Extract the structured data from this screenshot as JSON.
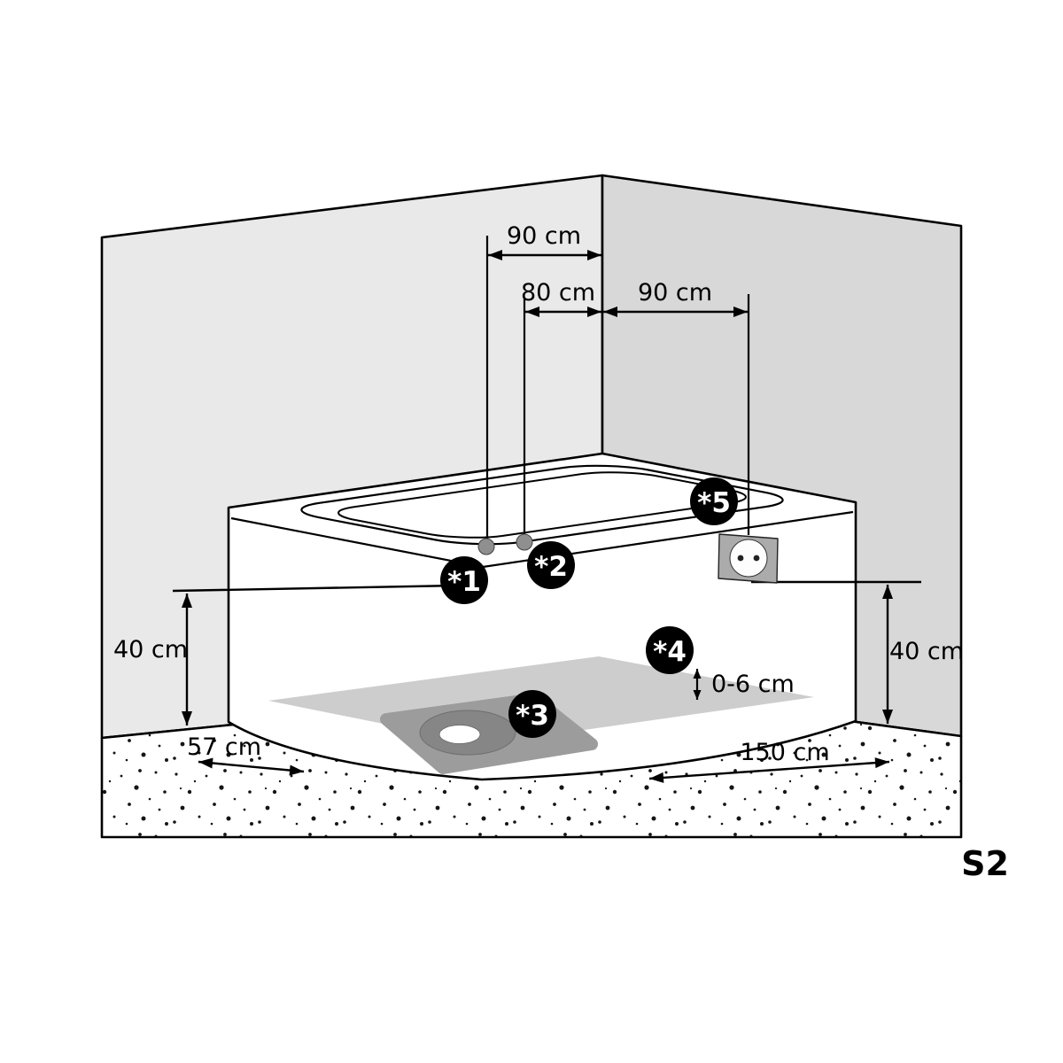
{
  "diagram": {
    "code_label": "S2",
    "dimensions": {
      "top_width": "90 cm",
      "fixture_spacing": "80 cm",
      "socket_offset": "90 cm",
      "left_height": "40 cm",
      "right_height": "40 cm",
      "side_depth": "57 cm",
      "front_length": "150 cm",
      "base_adjust": "0-6 cm"
    },
    "callouts": [
      {
        "label": "*1"
      },
      {
        "label": "*2"
      },
      {
        "label": "*3"
      },
      {
        "label": "*4"
      },
      {
        "label": "*5"
      }
    ],
    "colors": {
      "wall_left": "#e9e9e9",
      "wall_right": "#d8d8d8",
      "tub": "#ffffff",
      "plinth": "#cdcdcd",
      "drain_patch": "#9c9c9c",
      "drain_ring": "#868686",
      "socket_body": "#ababab",
      "fixture_dot": "#8f8f8f",
      "callout_bg": "#000000",
      "code_red": "#e8121a",
      "line": "#000000"
    }
  }
}
